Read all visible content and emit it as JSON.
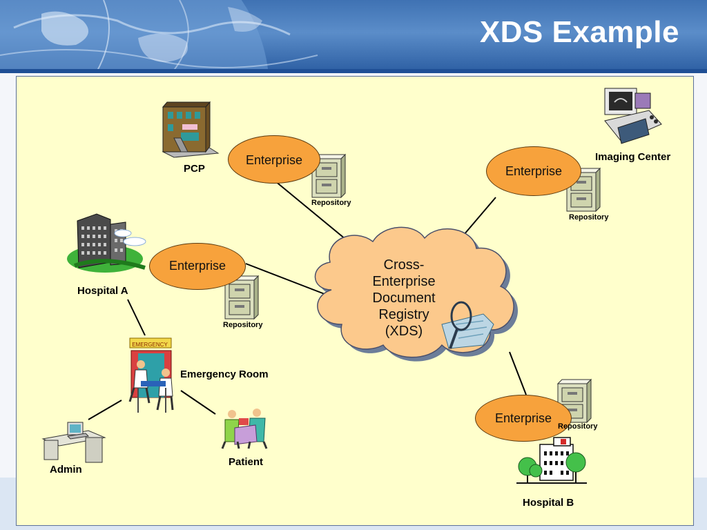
{
  "slide": {
    "title": "XDS Example"
  },
  "registry": {
    "lines": [
      "Cross-",
      "Enterprise",
      "Document",
      "Registry",
      "(XDS)"
    ]
  },
  "enterprises": [
    {
      "label": "Enterprise",
      "repository": "Repository"
    },
    {
      "label": "Enterprise",
      "repository": "Repository"
    },
    {
      "label": "Enterprise",
      "repository": "Repository"
    },
    {
      "label": "Enterprise",
      "repository": "Repository"
    }
  ],
  "sites": {
    "pcp": "PCP",
    "imaging": "Imaging Center",
    "hospital_a": "Hospital A",
    "emergency": "Emergency Room",
    "admin": "Admin",
    "patient": "Patient",
    "hospital_b": "Hospital B",
    "emergency_sign": "EMERGENCY"
  },
  "colors": {
    "enterprise_fill": "#f7a23c",
    "cloud_fill": "#fcc98c",
    "panel_fill": "#ffffcc",
    "header": "#3f72b3"
  }
}
